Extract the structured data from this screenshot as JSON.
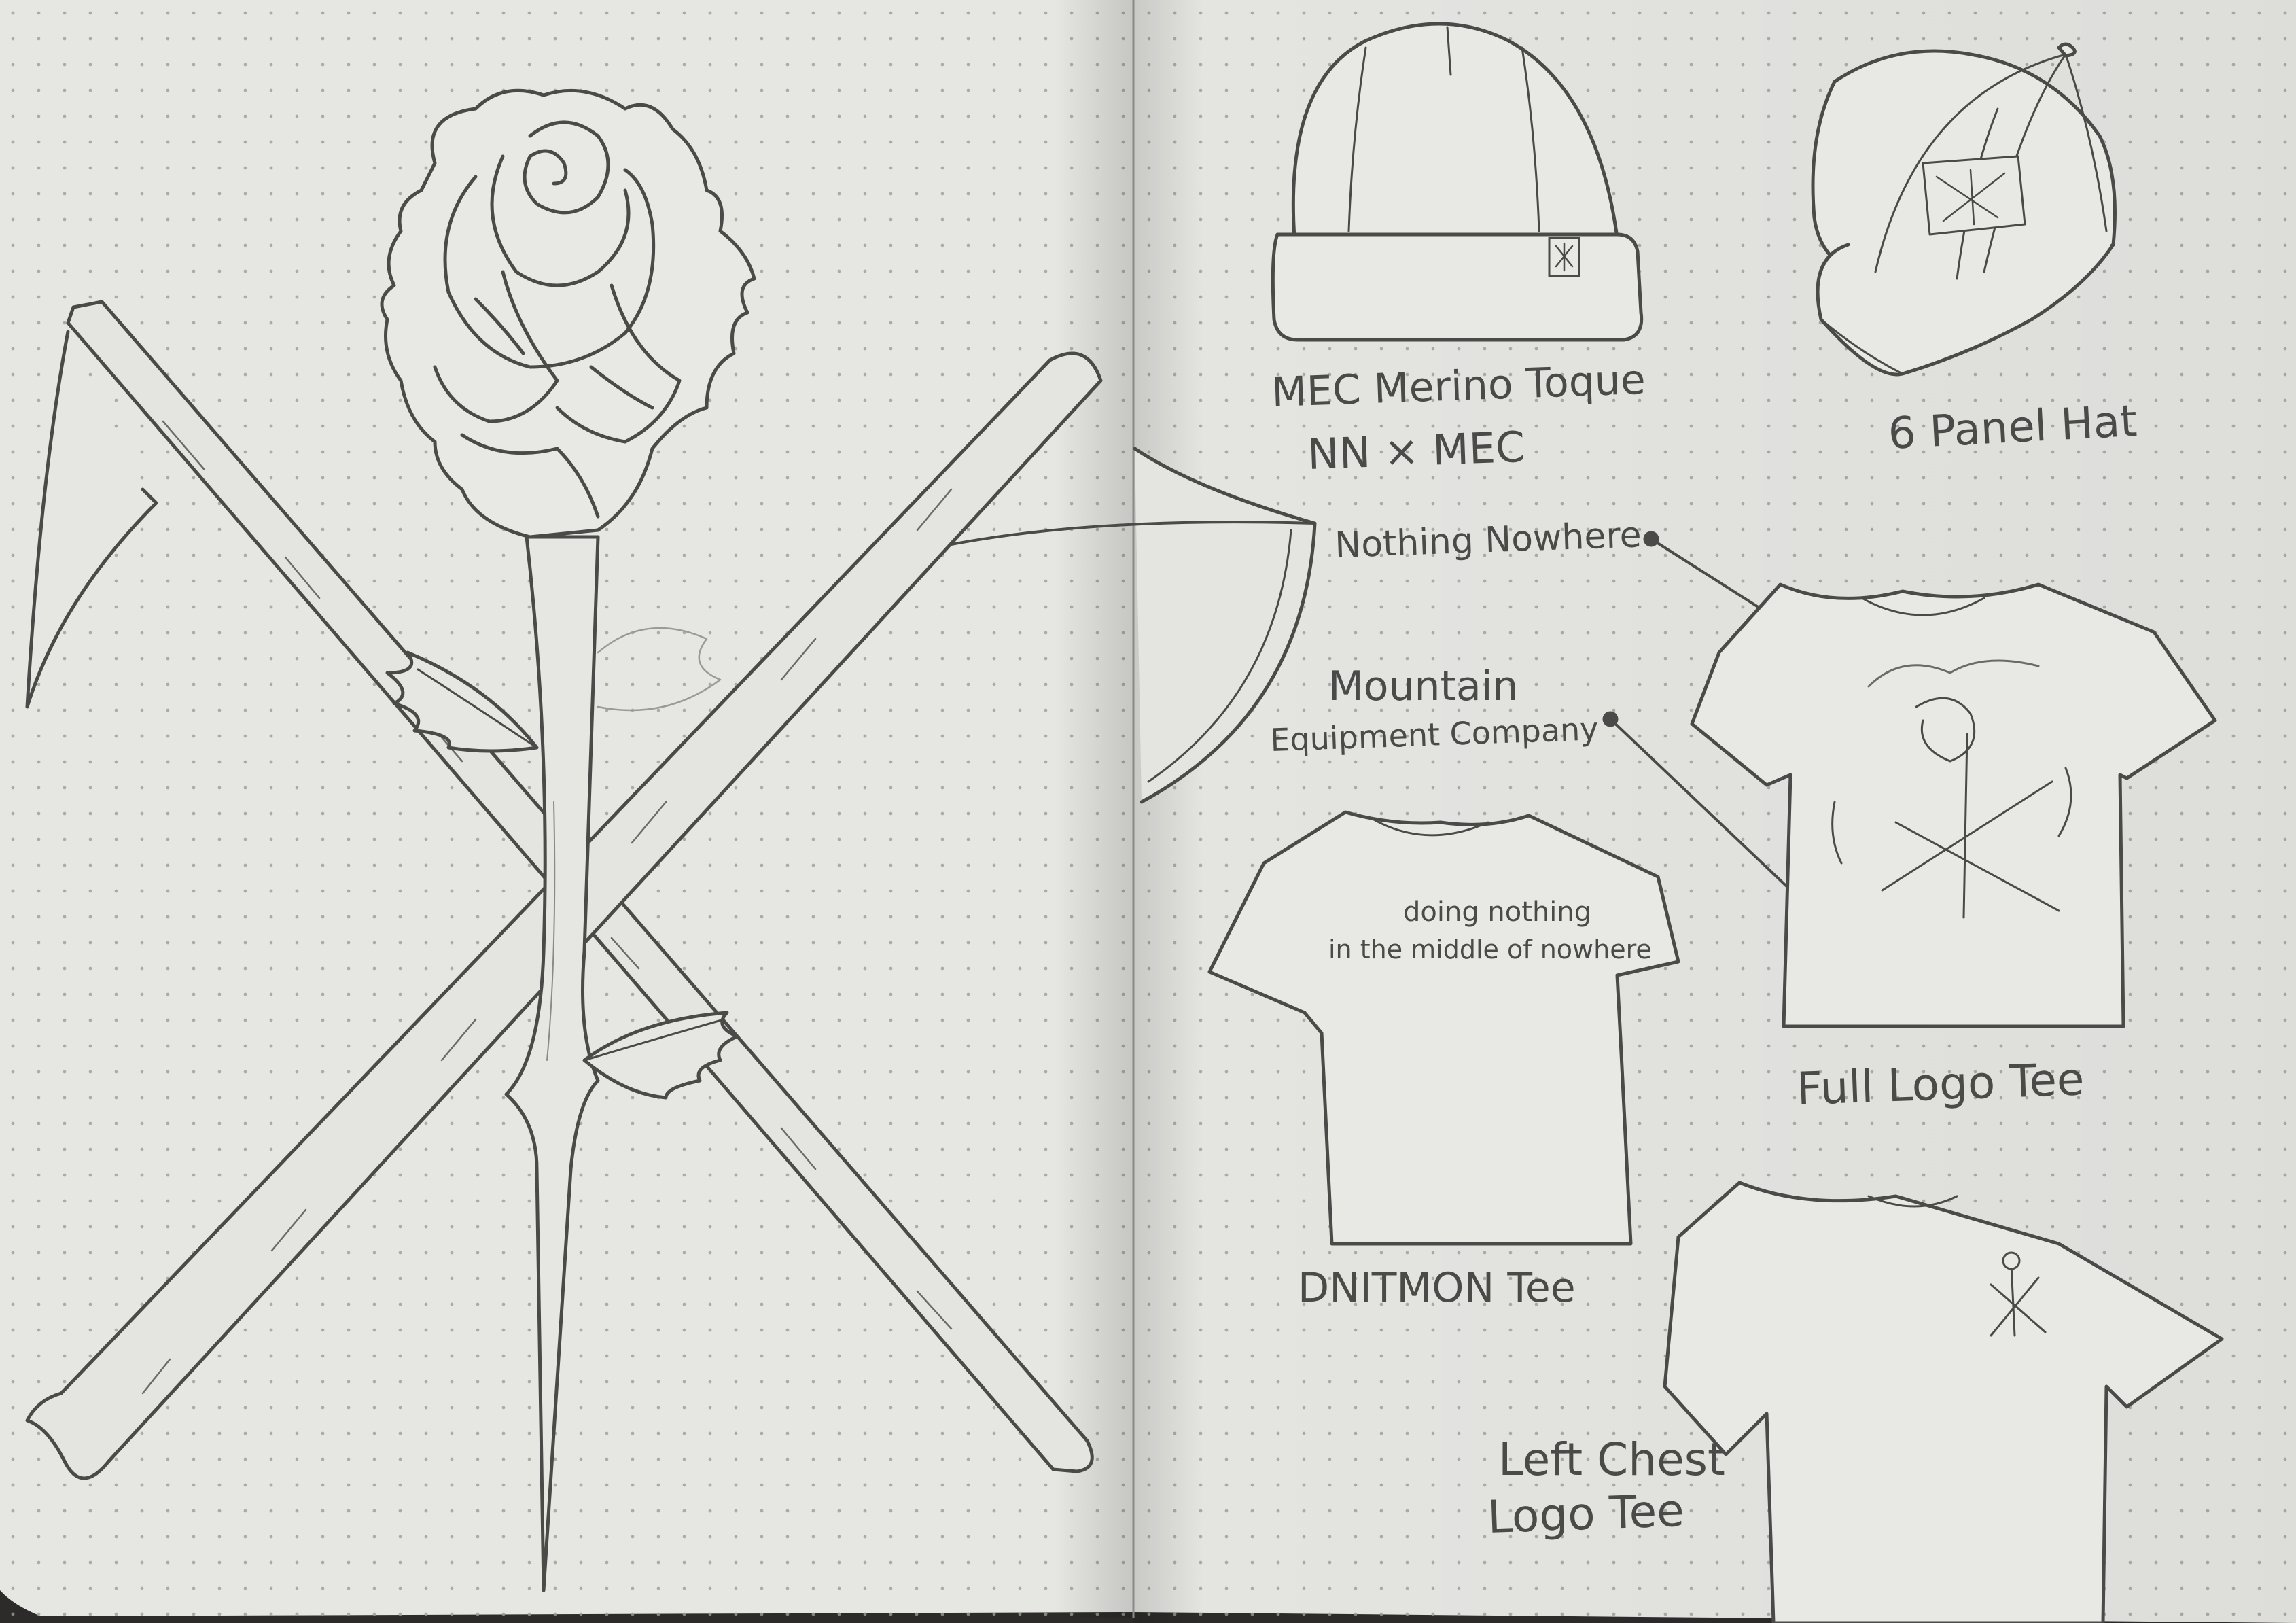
{
  "beanie": {
    "label_line1": "MEC Merino Toque",
    "label_line2": "NN × MEC"
  },
  "cap": {
    "label": "6 Panel Hat"
  },
  "brand": {
    "nothing_nowhere": "Nothing Nowhere",
    "mountain_line1": "Mountain",
    "mountain_line2": "Equipment Company"
  },
  "text_tee": {
    "print_line1": "doing nothing",
    "print_line2": "in the middle of nowhere",
    "label": "DNITMON Tee"
  },
  "full_logo_tee": {
    "label": "Full Logo Tee"
  },
  "left_chest_tee": {
    "label_line1": "Left Chest",
    "label_line2": "Logo Tee"
  },
  "colors": {
    "paper": "#e6e6e3",
    "pencil": "#4a4a48",
    "background": "#2c2b2a"
  }
}
